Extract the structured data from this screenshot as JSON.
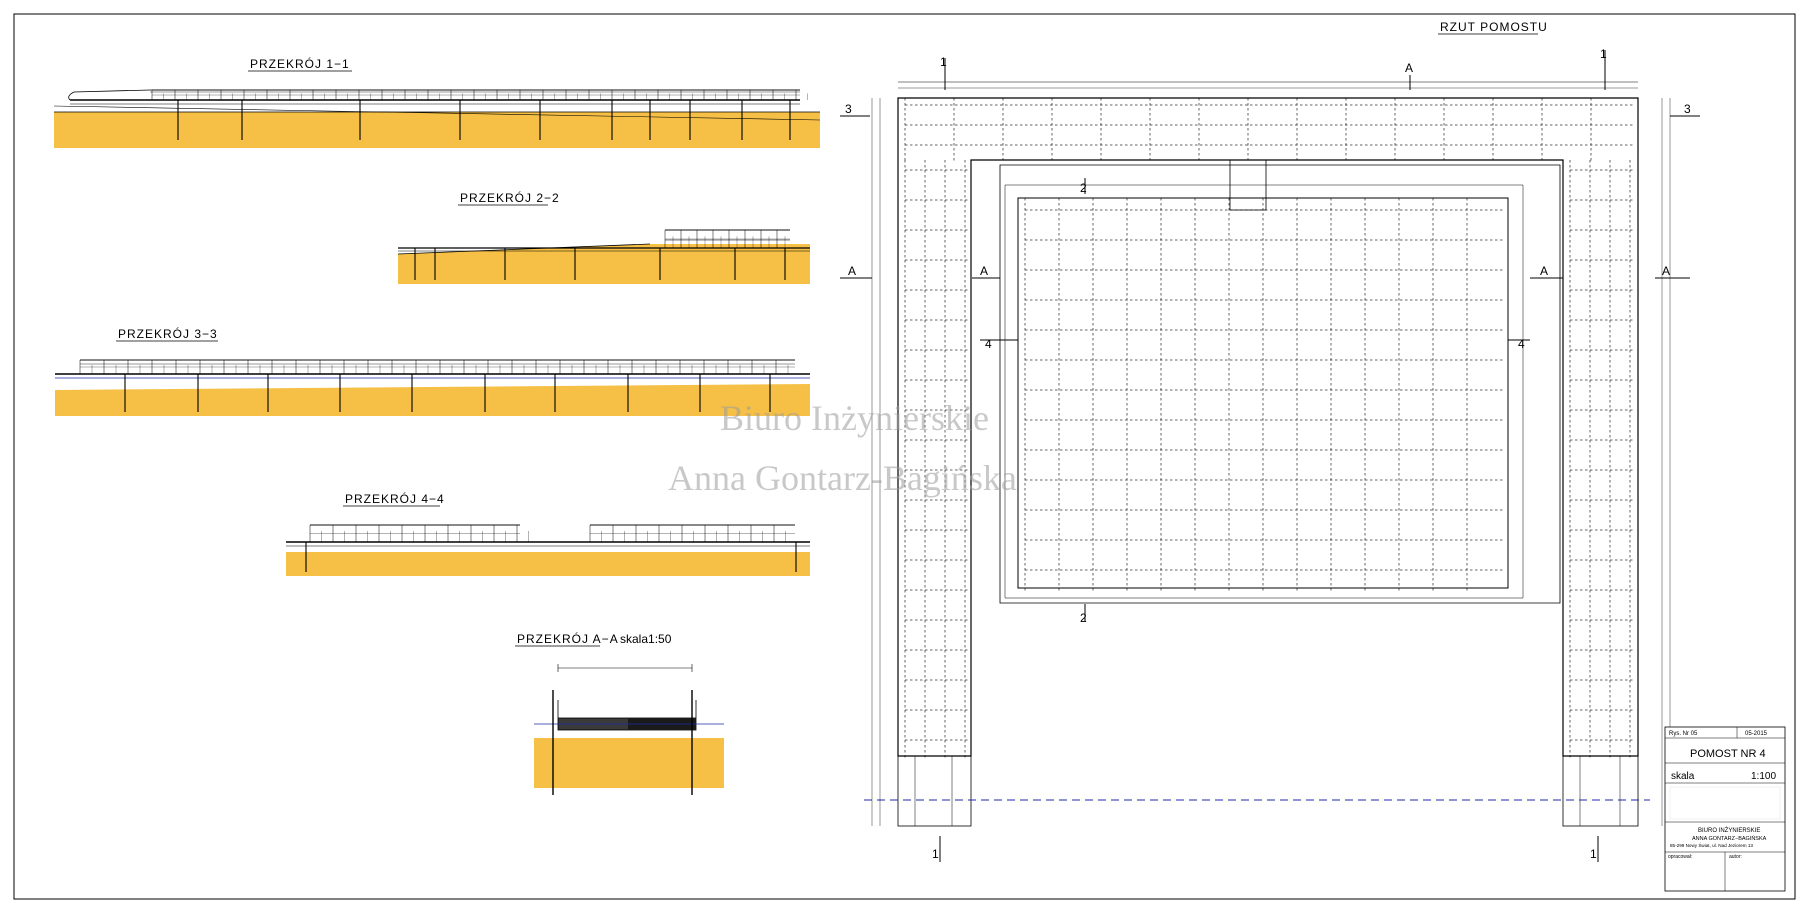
{
  "sections": {
    "s1": "PRZEKRÓJ  1−1",
    "s2": "PRZEKRÓJ  2−2",
    "s3": "PRZEKRÓJ  3−3",
    "s4": "PRZEKRÓJ  4−4",
    "sa": "PRZEKRÓJ  A−A",
    "sa_scale": "skala1:50",
    "plan": "RZUT  POMOSTU"
  },
  "cut_marks": {
    "one": "1",
    "two": "2",
    "three": "3",
    "four": "4",
    "a": "A"
  },
  "watermark": {
    "line1": "Biuro Inżynierskie",
    "line2": "Anna Gontarz-Bagińska"
  },
  "title_block": {
    "drawing_no": "Rys. Nr 05",
    "date": "05-2015",
    "name": "POMOST NR 4",
    "scale_label": "skala",
    "scale_value": "1:100",
    "office_1": "BIURO INŻYNIERSKIE",
    "office_2": "ANNA GONTARZ−BAGIŃSKA",
    "office_3": "85-299 Nowy Świat, ul. Nad Jeziorem 13",
    "prepared": "opracował:",
    "author": "autor:"
  },
  "colors": {
    "soil": "#f6c046",
    "soil_dark": "#e8a82a",
    "line": "#000000",
    "axis": "#1d2aa8"
  }
}
